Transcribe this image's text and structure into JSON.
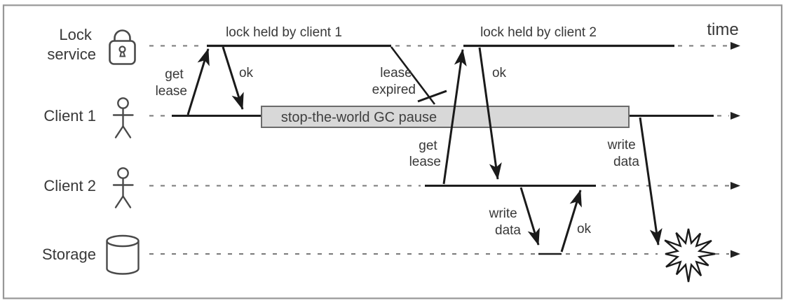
{
  "colors": {
    "background": "#ffffff",
    "frame_border": "#979797",
    "lifeline_solid": "#1d1d1d",
    "lifeline_dash": "#7a7a7a",
    "arrow": "#1a1a1a",
    "text": "#383838",
    "gc_box_fill": "#d8d8d8",
    "gc_box_border": "#6b6b6b"
  },
  "rows": [
    {
      "id": "lock-service",
      "label_line1": "Lock",
      "label_line2": "service",
      "icon": "padlock-icon"
    },
    {
      "id": "client-1",
      "label": "Client 1",
      "icon": "person-icon"
    },
    {
      "id": "client-2",
      "label": "Client 2",
      "icon": "person-icon"
    },
    {
      "id": "storage",
      "label": "Storage",
      "icon": "database-cylinder-icon"
    }
  ],
  "annotations": {
    "lock_held_1": "lock held by client 1",
    "lock_held_2": "lock held by client 2",
    "time": "time",
    "gc_pause": "stop-the-world GC pause"
  },
  "messages": {
    "get_lease_1": {
      "line1": "get",
      "line2": "lease"
    },
    "ok_1": "ok",
    "lease_expired": {
      "line1": "lease",
      "line2": "expired"
    },
    "get_lease_2": {
      "line1": "get",
      "line2": "lease"
    },
    "ok_2": "ok",
    "write_data_2": {
      "line1": "write",
      "line2": "data"
    },
    "ok_storage": "ok",
    "write_data_1": {
      "line1": "write",
      "line2": "data"
    }
  },
  "icons": [
    "padlock-icon",
    "person-icon",
    "database-cylinder-icon",
    "explosion-burst-icon",
    "timeline-arrowhead-icon"
  ]
}
